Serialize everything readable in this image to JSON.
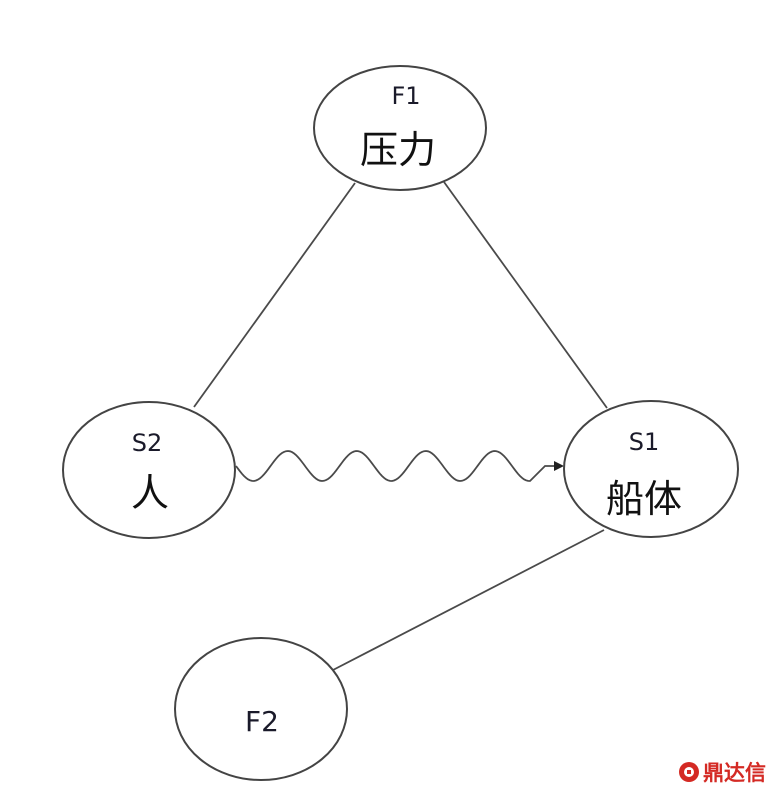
{
  "nodes": {
    "f1": {
      "code": "F1",
      "name": "压力"
    },
    "s2": {
      "code": "S2",
      "name": "人"
    },
    "s1": {
      "code": "S1",
      "name": "船体"
    },
    "f2": {
      "code": "F2"
    }
  },
  "edges": [
    {
      "from": "F1",
      "to": "S2",
      "type": "line"
    },
    {
      "from": "F1",
      "to": "S1",
      "type": "line"
    },
    {
      "from": "S2",
      "to": "S1",
      "type": "wavy-arrow"
    },
    {
      "from": "S1",
      "to": "F2",
      "type": "line"
    }
  ],
  "watermark": {
    "text": "鼎达信",
    "color": "#d42a24"
  }
}
